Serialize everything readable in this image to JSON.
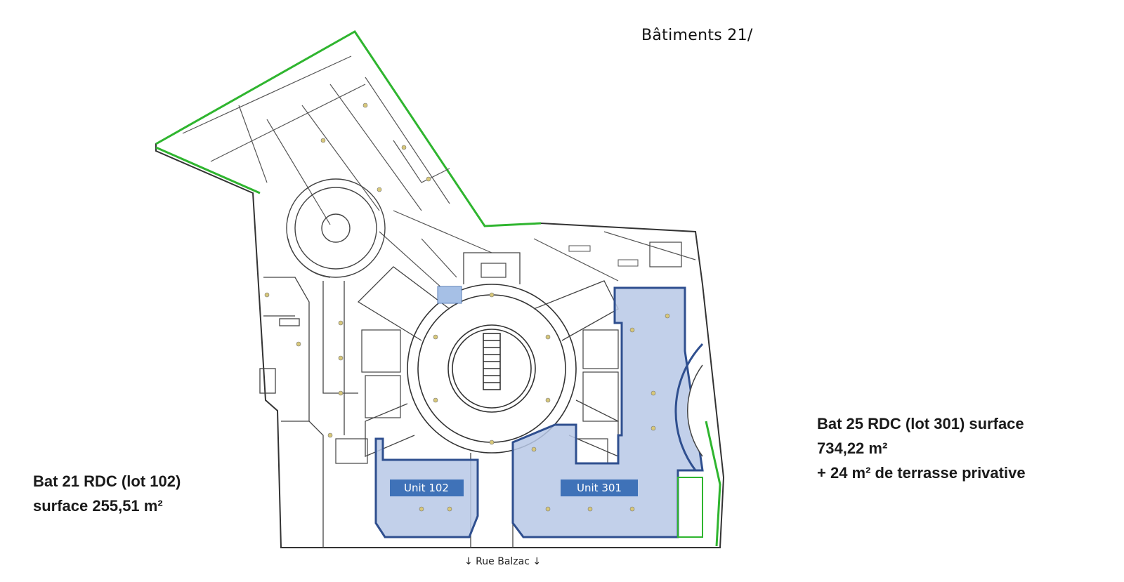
{
  "header": {
    "title": "Bâtiments 21/"
  },
  "units": [
    {
      "id": "unit-102",
      "label": "Unit 102"
    },
    {
      "id": "unit-301",
      "label": "Unit 301"
    }
  ],
  "captions": {
    "left": {
      "line1": "Bat 21 RDC (lot 102)",
      "line2": "surface 255,51 m²"
    },
    "right": {
      "line1": "Bat 25 RDC (lot 301) surface",
      "line2": "734,22 m²",
      "line3": "+ 24 m² de terrasse privative"
    }
  },
  "street": {
    "label": "↓ Rue Balzac ↓"
  },
  "colors": {
    "unit_fill": "#b7c8e6",
    "unit_border": "#2f4f8f",
    "unit_label_bg": "#3f72b8",
    "boundary_green": "#2fb52f",
    "wall": "#333333"
  }
}
